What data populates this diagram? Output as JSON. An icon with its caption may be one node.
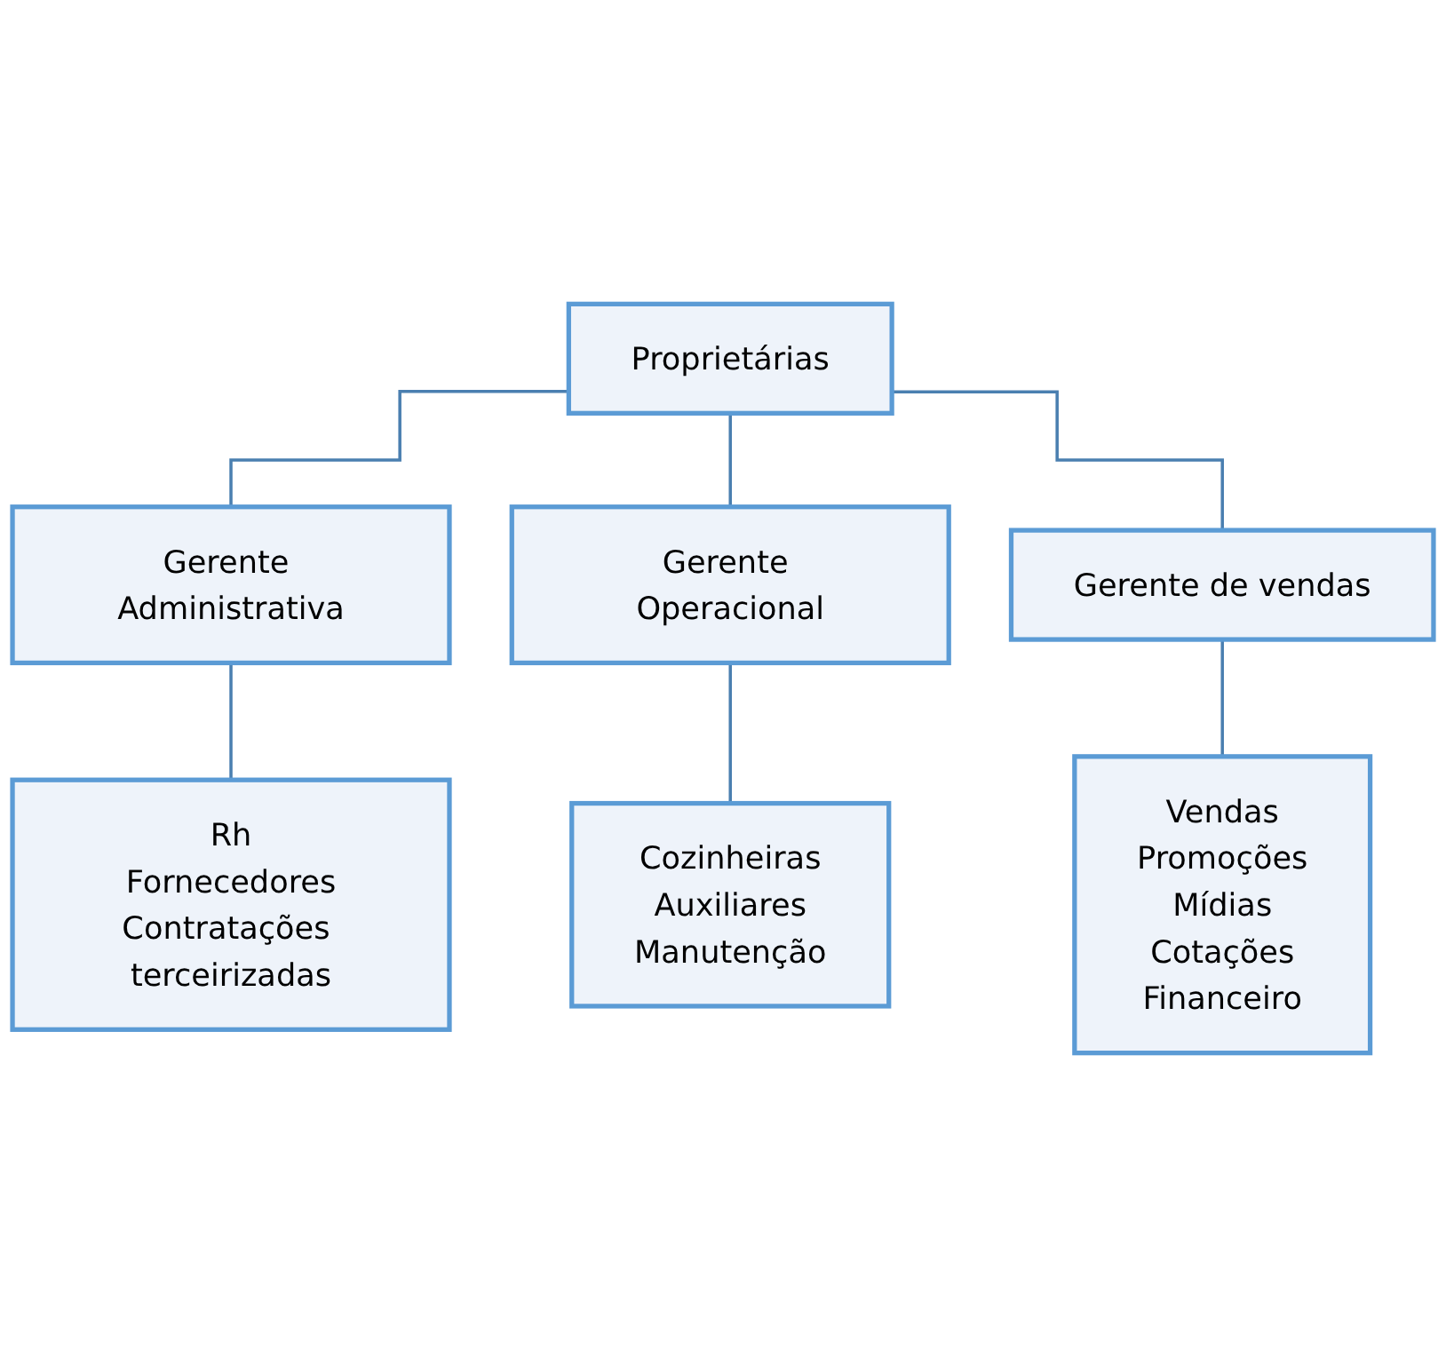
{
  "diagram": {
    "nodes": [
      {
        "text": [
          "Proprietárias"
        ]
      },
      {
        "text": [
          "Gerente Administrativa"
        ]
      },
      {
        "text": [
          "Gerente Operacional"
        ]
      },
      {
        "text": [
          "Gerente de vendas"
        ]
      },
      {
        "text": [
          "Rh",
          "Fornecedores",
          "Contratações terceirizadas"
        ]
      },
      {
        "text": [
          "Cozinheiras",
          "Auxiliares",
          "Manutenção"
        ]
      },
      {
        "text": [
          "Vendas",
          "Promoções",
          "Mídias",
          "Cotações",
          "Financeiro"
        ]
      }
    ],
    "edges": [
      {
        "from": 0,
        "to": 1,
        "arrow": "none"
      },
      {
        "from": 0,
        "to": 2,
        "arrow": "none"
      },
      {
        "from": 0,
        "to": 3,
        "arrow": "none"
      },
      {
        "from": 1,
        "to": 4,
        "arrow": "none"
      },
      {
        "from": 2,
        "to": 5,
        "arrow": "none"
      },
      {
        "from": 3,
        "to": 6,
        "arrow": "none"
      }
    ]
  }
}
